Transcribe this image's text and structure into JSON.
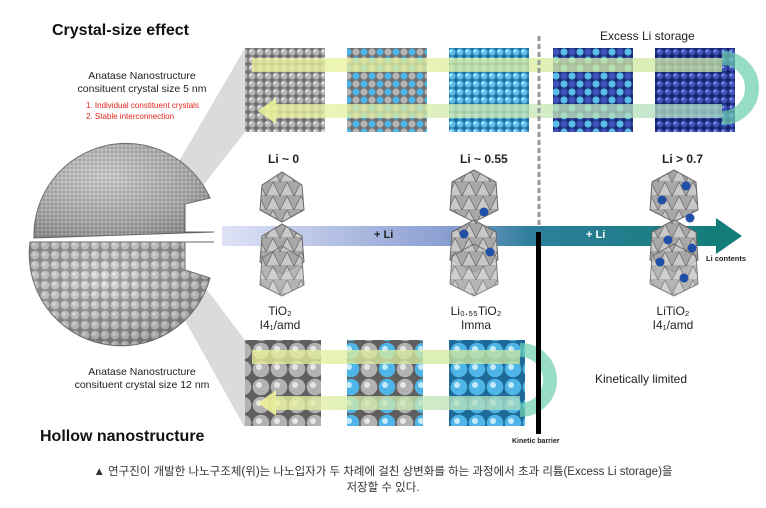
{
  "titles": {
    "crystal_size_effect": "Crystal-size effect",
    "hollow_nanostructure": "Hollow nanostructure",
    "excess_li_storage": "Excess Li storage",
    "kinetically_limited": "Kinetically limited"
  },
  "top_sphere": {
    "line1": "Anatase Nanostructure",
    "line2": "consituent crystal size 5 nm",
    "points": [
      "1. Individual constituent crystals",
      "2. Stable interconnection"
    ]
  },
  "bottom_sphere": {
    "line1": "Anatase Nanostructure",
    "line2": "consituent crystal size 12 nm"
  },
  "li_levels": {
    "left": "Li ~ 0",
    "middle": "Li ~ 0.55",
    "right": "Li > 0.7"
  },
  "arrow": {
    "left_label": "+ Li",
    "right_label": "+ Li",
    "li_contents": "Li contents"
  },
  "phases": [
    {
      "formula": "TiO₂",
      "space_group": "I4₁/amd"
    },
    {
      "formula": "Li₀.₅₅TiO₂",
      "space_group": "Imma"
    },
    {
      "formula": "LiTiO₂",
      "space_group": "I4₁/amd"
    }
  ],
  "kinetic_barrier": "Kinetic barrier",
  "caption": {
    "line1": "▲ 연구진이 개발한 나노구조체(위)는 나노입자가 두 차례에 걸친 상변화를 하는 과정에서 초과 리튬(Excess Li storage)을",
    "line2": "저장할 수 있다."
  },
  "colors": {
    "grey_particles": "#a9a9a9",
    "light_blue_particles": "#4fb4e6",
    "dark_blue_particles": "#3b50b8",
    "yellow_arrow": "#e6ee88",
    "teal_arrow": "#1a8f8a",
    "caption_text": "#333333"
  }
}
